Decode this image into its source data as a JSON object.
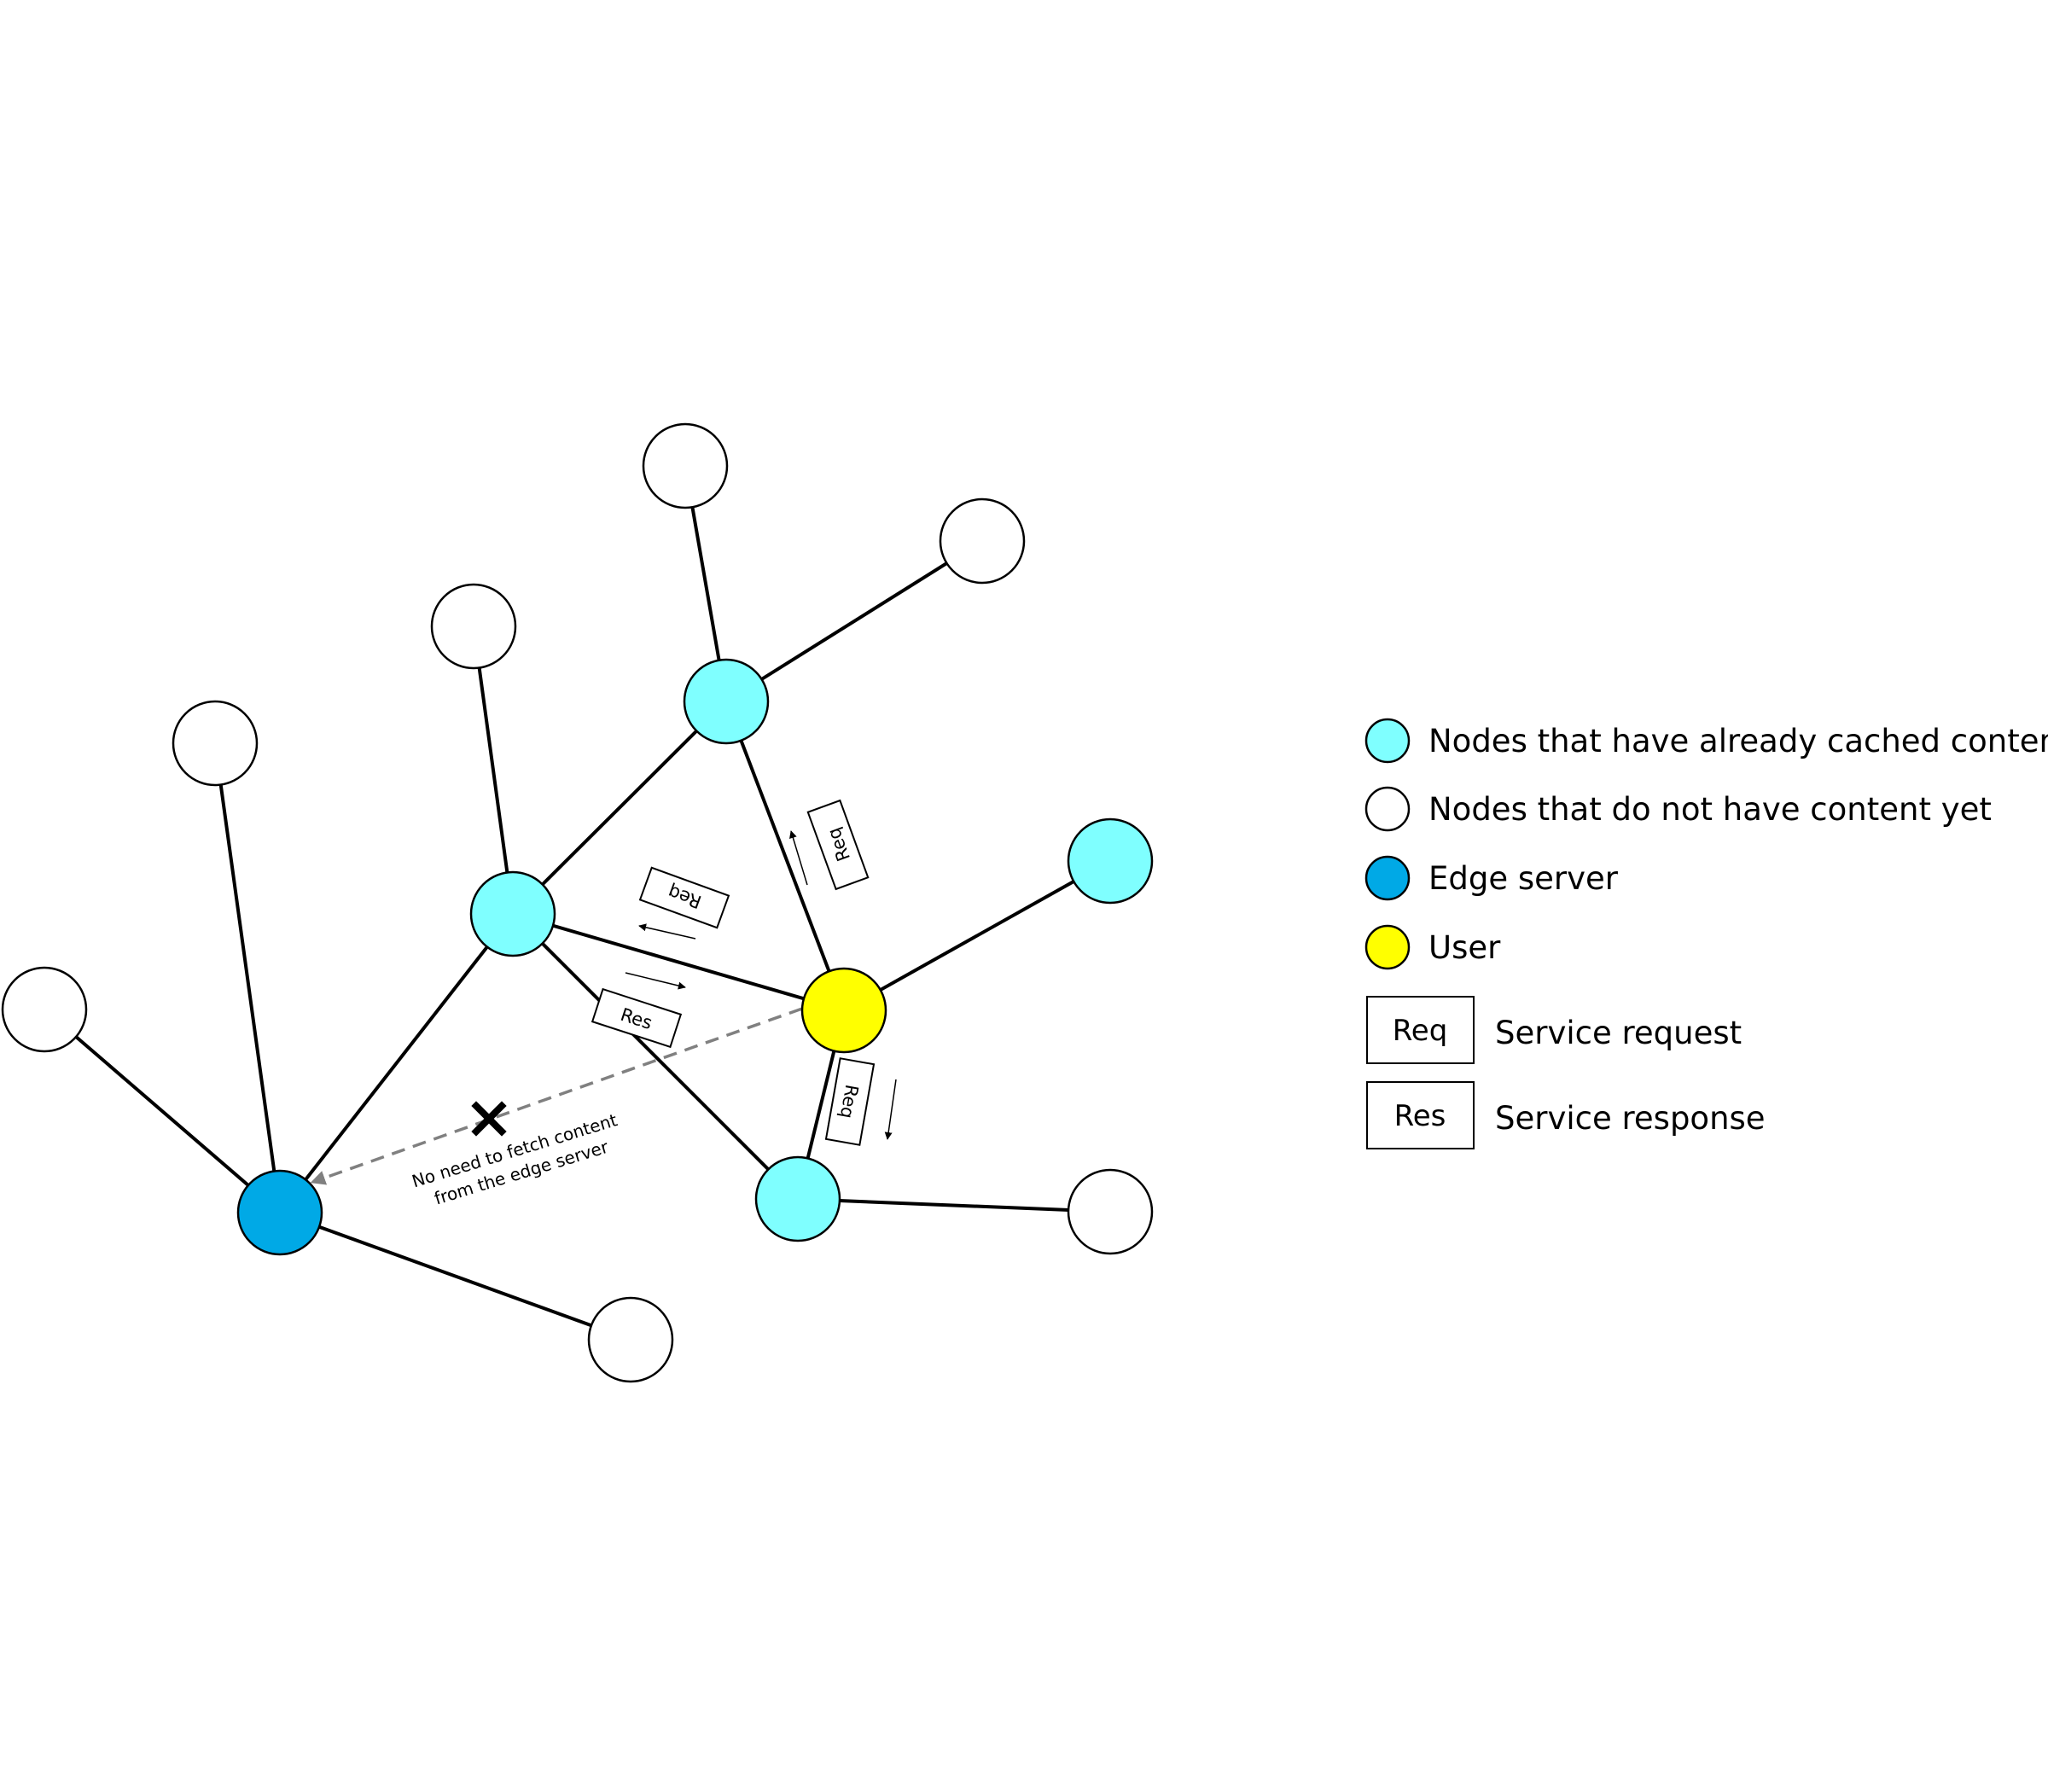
{
  "diagram": {
    "colors": {
      "cached": "#7FFFFF",
      "empty": "#FFFFFF",
      "edge_server": "#00A9E6",
      "user": "#FFFF00",
      "dashed_arrow": "#808080"
    },
    "message_tags": {
      "req_top": "Req",
      "req_mid": "Req",
      "res_mid": "Res",
      "req_bottom": "Req"
    },
    "note": {
      "line1": "No need to fetch content",
      "line2": "from the edge server",
      "icon": "cross-icon"
    }
  },
  "legend": {
    "items": [
      {
        "label": "Nodes that have already cached content",
        "color": "#7FFFFF"
      },
      {
        "label": "Nodes that do not have content yet",
        "color": "#FFFFFF"
      },
      {
        "label": "Edge server",
        "color": "#00A9E6"
      },
      {
        "label": "User",
        "color": "#FFFF00"
      }
    ],
    "tags": [
      {
        "tag": "Req",
        "label": "Service request"
      },
      {
        "tag": "Res",
        "label": "Service response"
      }
    ]
  }
}
